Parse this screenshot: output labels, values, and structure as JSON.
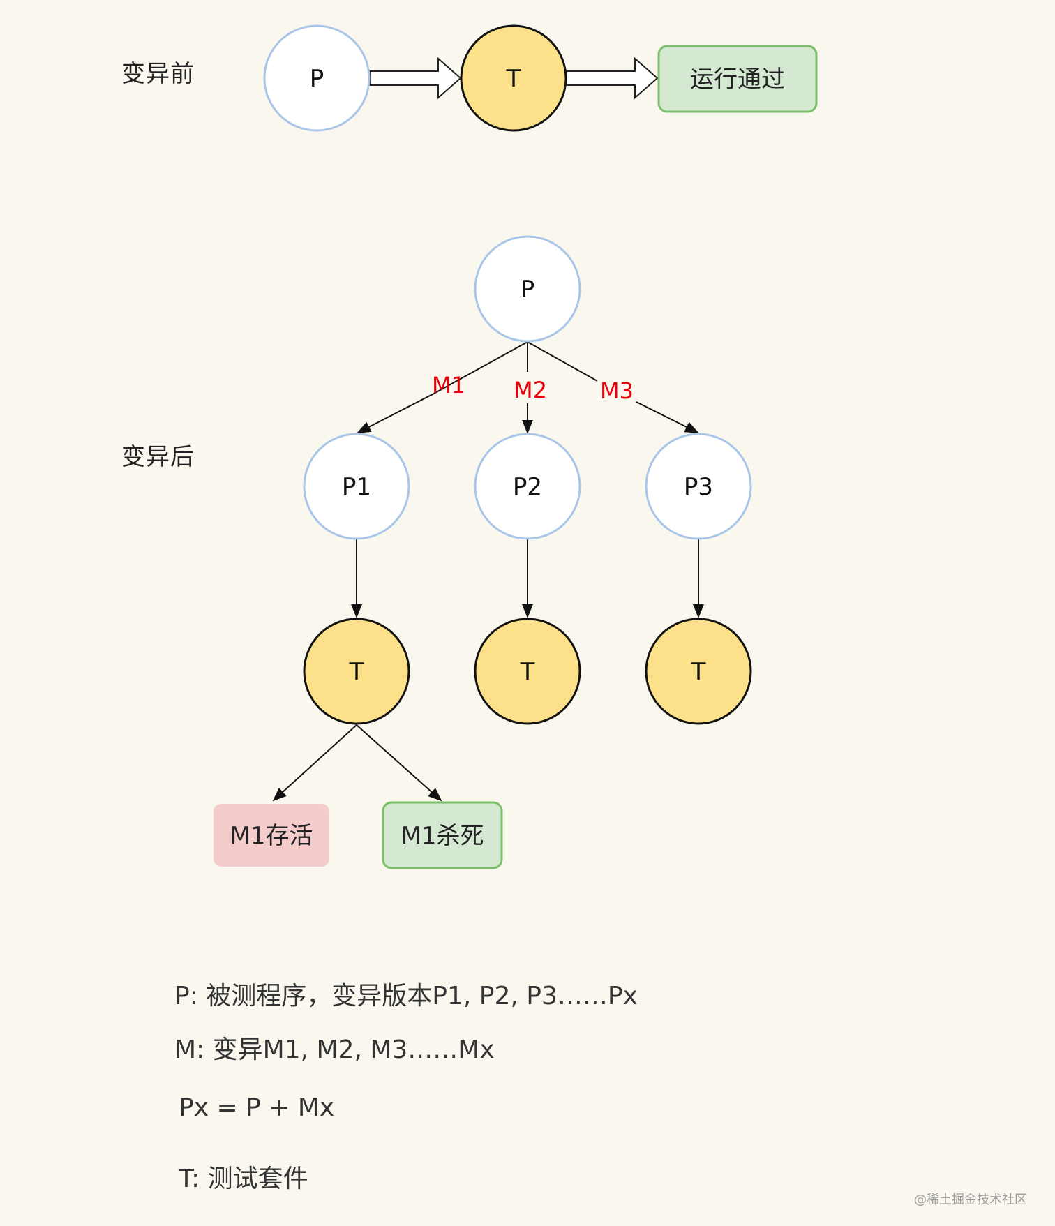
{
  "labels": {
    "before": "变异前",
    "after": "变异后"
  },
  "nodes": {
    "before_p": "P",
    "before_t": "T",
    "before_result": "运行通过",
    "root_p": "P",
    "p1": "P1",
    "p2": "P2",
    "p3": "P3",
    "t1": "T",
    "t2": "T",
    "t3": "T",
    "survived": "M1存活",
    "killed": "M1杀死"
  },
  "edges": {
    "m1": "M1",
    "m2": "M2",
    "m3": "M3"
  },
  "legend": {
    "p_line": "P:  被测程序，变异版本P1, P2, P3……Px",
    "m_line": "M:  变异M1, M2, M3……Mx",
    "px_line": "Px = P + Mx",
    "t_line": "T: 测试套件"
  },
  "watermark": "@稀土掘金技术社区",
  "colors": {
    "background": "#faf8ee",
    "program_fill": "#ffffff",
    "program_stroke": "#a9c6e8",
    "test_fill": "#fde08a",
    "test_stroke": "#111111",
    "pass_fill": "#d5e9d2",
    "pass_stroke": "#7cbf6b",
    "survive_fill": "#f4cccc",
    "mutation_label": "#e8000b"
  }
}
